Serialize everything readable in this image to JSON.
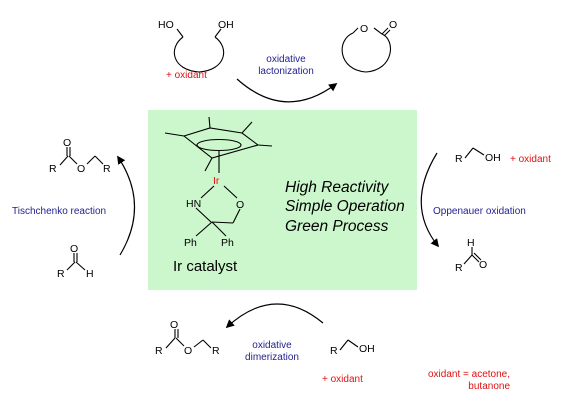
{
  "center": {
    "taglines": [
      "High Reactivity",
      "Simple Operation",
      "Green Process"
    ],
    "catalyst_label": "Ir catalyst",
    "box_color": "#ccf7cc"
  },
  "reactions": {
    "top": {
      "line1": "oxidative",
      "line2": "lactonization",
      "oxidant": "+ oxidant"
    },
    "right": {
      "label": "Oppenauer oxidation",
      "oxidant": "+ oxidant"
    },
    "bottom": {
      "line1": "oxidative",
      "line2": "dimerization",
      "oxidant": "+ oxidant"
    },
    "left": {
      "label": "Tischchenko reaction"
    }
  },
  "note": {
    "line1": "oxidant = acetone,",
    "line2": "butanone"
  },
  "atoms": {
    "ho": "HO",
    "oh": "OH",
    "o": "O",
    "r": "R",
    "h": "H",
    "ir": "Ir",
    "hn": "HN",
    "ph": "Ph"
  },
  "colors": {
    "label_blue": "#1f1f8f",
    "oxidant_red": "#e01010"
  }
}
